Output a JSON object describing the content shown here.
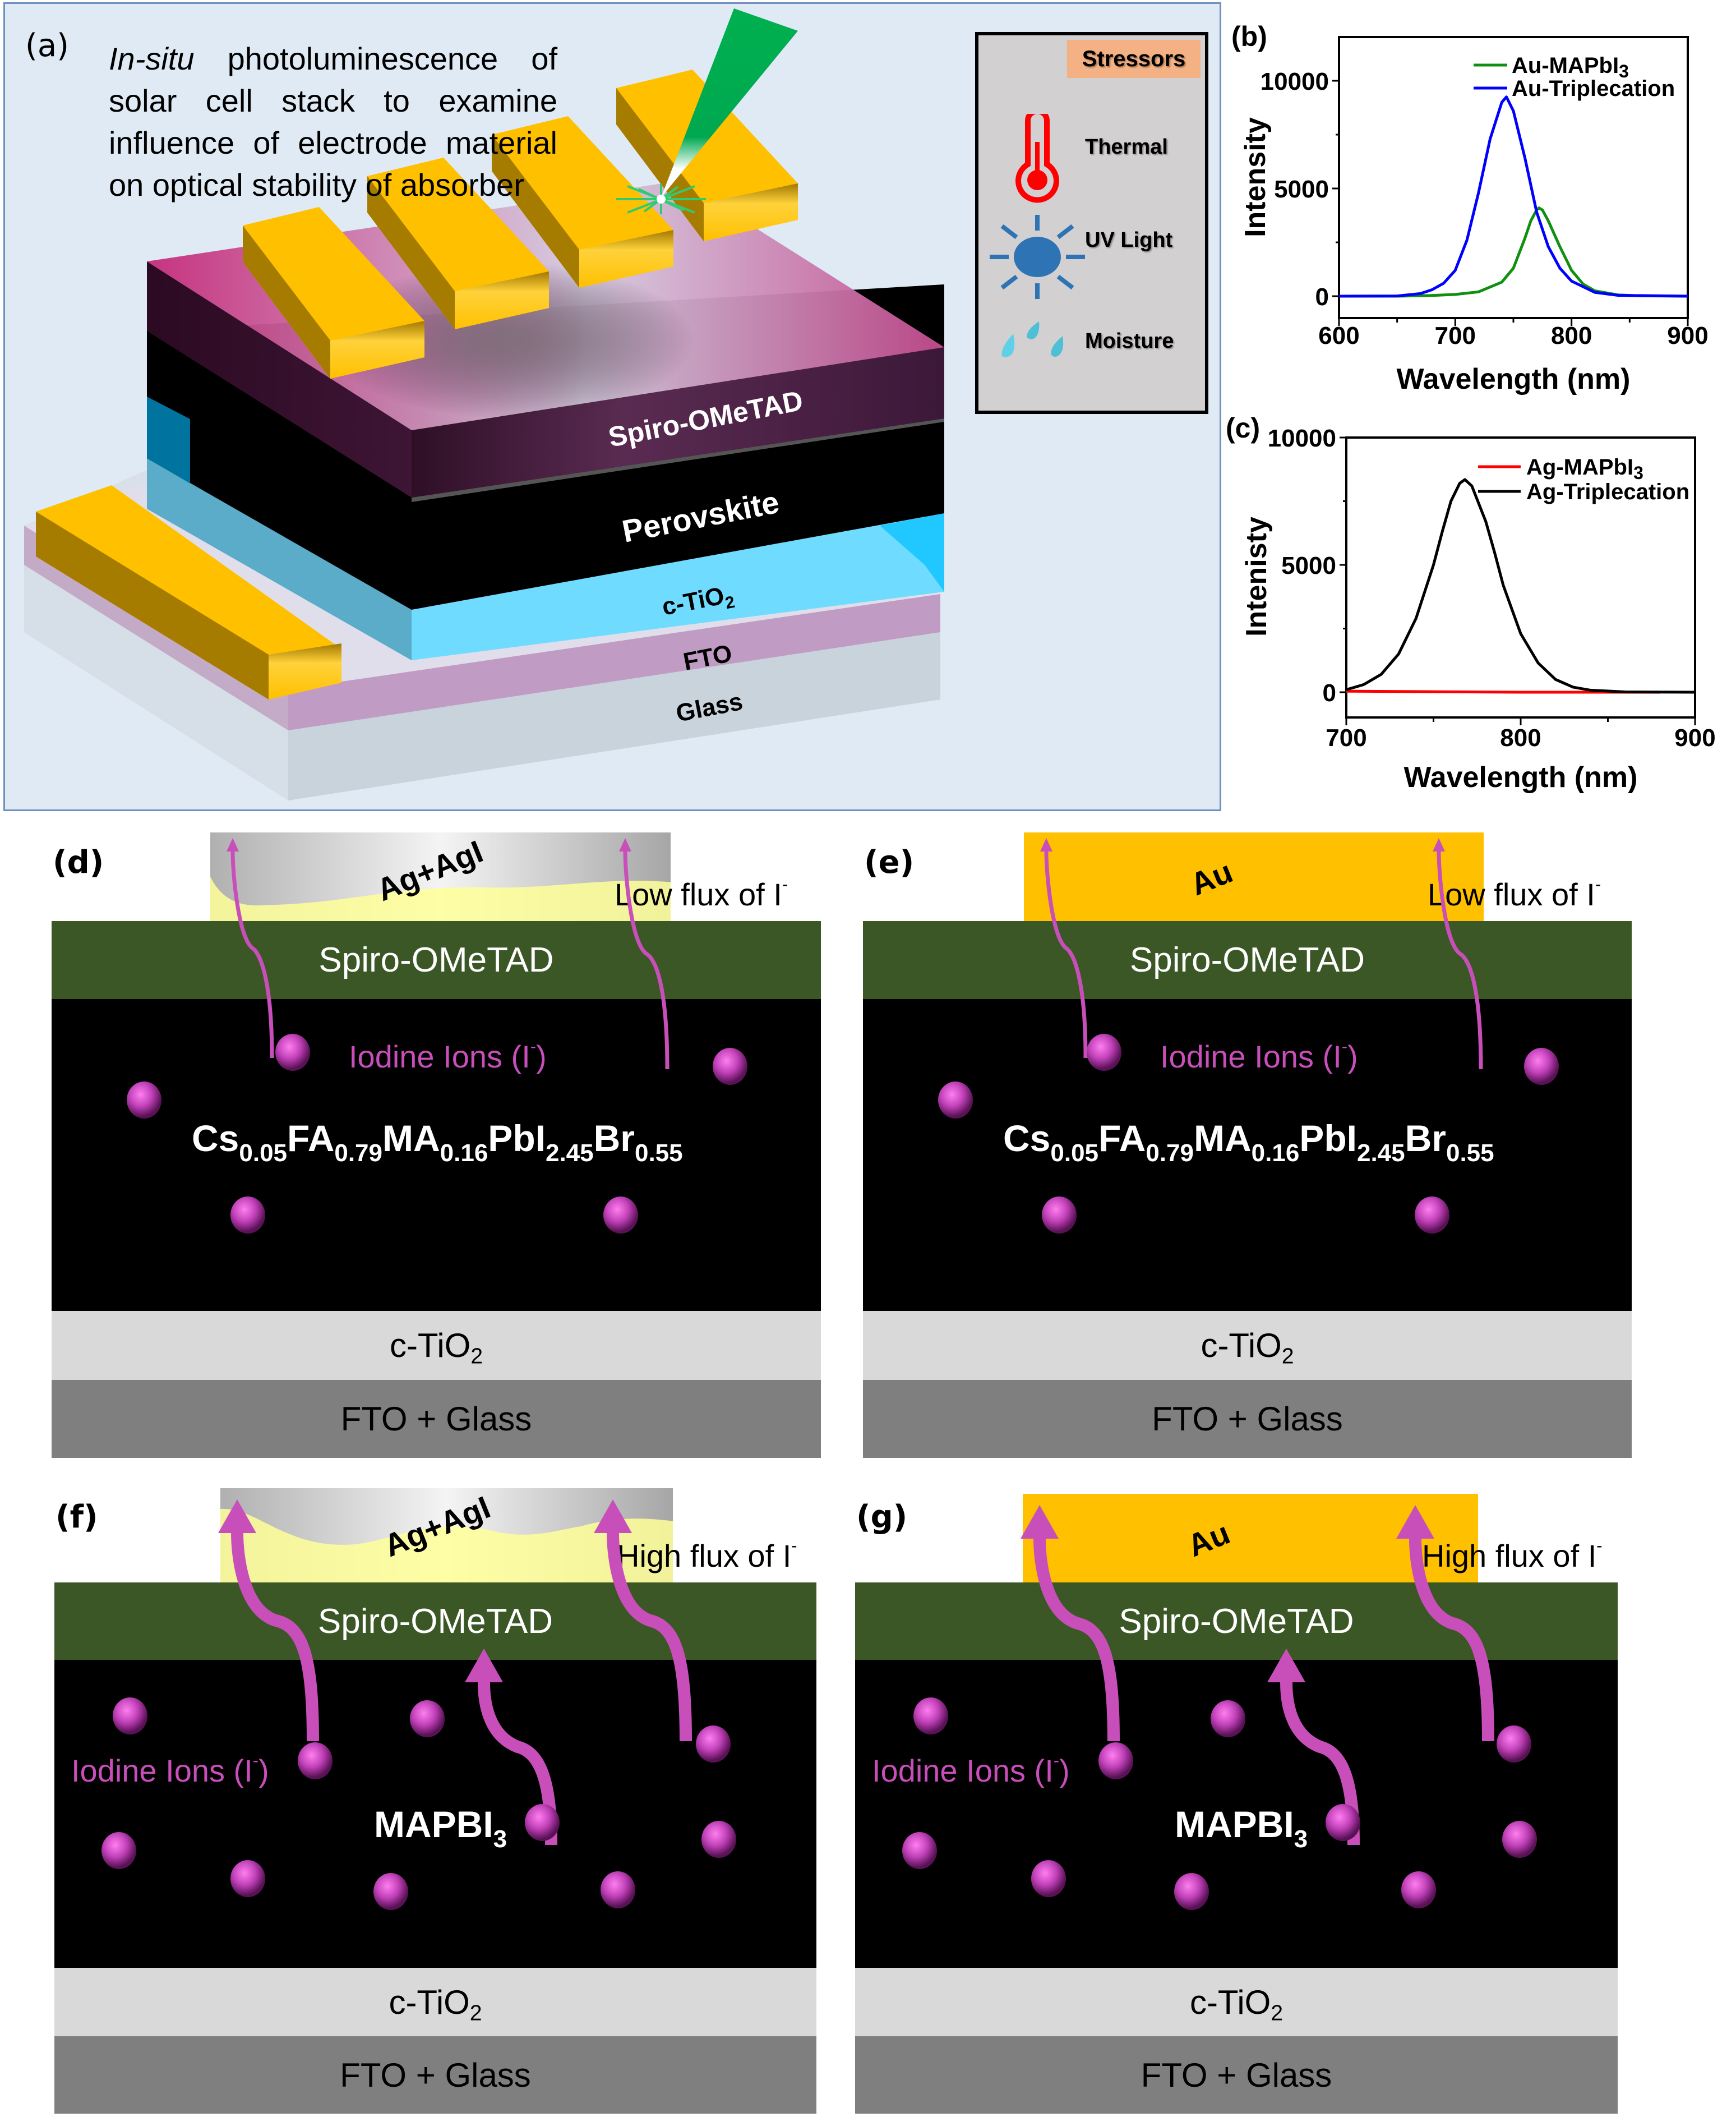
{
  "panel_a": {
    "letter": "(a)",
    "description_italic": "In-situ",
    "description_rest": " photoluminescence of solar cell stack to examine influence of electrode material on optical stability of absorber",
    "layers": {
      "spiro": "Spiro-OMeTAD",
      "perovskite": "Perovskite",
      "tio2_main": "c-TiO",
      "tio2_sub": "2",
      "fto": "FTO",
      "glass": "Glass"
    },
    "colors": {
      "background": "#dfeaf5",
      "gold": "#ffc000",
      "laser": "#00b050",
      "spiro_top": "#c0307a",
      "tio2": "#6fdcff",
      "fto": "#c09cc4",
      "glass": "#c8d3dc"
    },
    "stressors": {
      "title": "Stressors",
      "items": [
        {
          "label": "Thermal",
          "icon": "thermometer-icon"
        },
        {
          "label": "UV Light",
          "icon": "sun-icon"
        },
        {
          "label": "Moisture",
          "icon": "water-drops-icon"
        }
      ]
    }
  },
  "chart_data": [
    {
      "id": "b",
      "type": "line",
      "letter": "(b)",
      "xlabel": "Wavelength (nm)",
      "ylabel": "Intensity",
      "xlim": [
        600,
        900
      ],
      "ylim": [
        -1000,
        12500
      ],
      "xticks": [
        600,
        700,
        800,
        900
      ],
      "yticks": [
        0,
        5000,
        10000
      ],
      "legend_position": "top-right",
      "grid": false,
      "series": [
        {
          "name": "Au-MAPbI",
          "name_sub": "3",
          "color": "#109010",
          "peak_x": 772,
          "peak_y": 4100,
          "fwhm": 42,
          "x": [
            600,
            650,
            680,
            700,
            720,
            740,
            750,
            760,
            765,
            770,
            772,
            775,
            780,
            790,
            800,
            810,
            820,
            840,
            860,
            900
          ],
          "y": [
            0,
            0,
            30,
            80,
            200,
            650,
            1300,
            2700,
            3500,
            4000,
            4100,
            4000,
            3500,
            2300,
            1200,
            560,
            250,
            60,
            15,
            0
          ]
        },
        {
          "name": "Au-Triplecation",
          "color": "#0000ff",
          "peak_x": 744,
          "peak_y": 9250,
          "fwhm": 46,
          "x": [
            600,
            650,
            670,
            680,
            690,
            700,
            710,
            720,
            730,
            740,
            744,
            750,
            760,
            770,
            780,
            790,
            800,
            820,
            840,
            900
          ],
          "y": [
            0,
            10,
            120,
            300,
            600,
            1200,
            2600,
            4800,
            7300,
            9000,
            9250,
            8600,
            6400,
            3900,
            2300,
            1300,
            700,
            180,
            40,
            0
          ]
        }
      ]
    },
    {
      "id": "c",
      "type": "line",
      "letter": "(c)",
      "xlabel": "Wavelength (nm)",
      "ylabel": "Intenisty",
      "xlim": [
        700,
        900
      ],
      "ylim": [
        -1000,
        10000
      ],
      "xticks": [
        700,
        800,
        900
      ],
      "yticks": [
        0,
        5000,
        10000
      ],
      "legend_position": "top-right",
      "grid": false,
      "series": [
        {
          "name": "Ag-MAPbI",
          "name_sub": "3",
          "color": "#ff0000",
          "x": [
            700,
            750,
            800,
            850,
            880
          ],
          "y": [
            40,
            20,
            0,
            0,
            0
          ]
        },
        {
          "name": "Ag-Triplecation",
          "color": "#000000",
          "peak_x": 768,
          "peak_y": 8350,
          "x": [
            700,
            710,
            720,
            730,
            740,
            750,
            755,
            760,
            765,
            768,
            772,
            780,
            785,
            790,
            800,
            810,
            820,
            830,
            840,
            860,
            900
          ],
          "y": [
            100,
            300,
            700,
            1500,
            2900,
            5000,
            6300,
            7500,
            8200,
            8350,
            8100,
            6700,
            5500,
            4200,
            2300,
            1150,
            500,
            200,
            80,
            10,
            0
          ]
        }
      ]
    }
  ],
  "cross_sections": [
    {
      "id": "d",
      "letter": "(d)",
      "electrode": "Ag+AgI",
      "electrode_type": "ag",
      "flux_label": "Low flux of I",
      "flux_sup": "-",
      "flux_level": "low",
      "spiro": "Spiro-OMeTAD",
      "ion_label": "Iodine Ions (I",
      "ion_sup": "-",
      "ion_label_end": ")",
      "absorber_parts": [
        [
          "Cs",
          "0.05"
        ],
        [
          "FA",
          "0.79"
        ],
        [
          "MA",
          "0.16"
        ],
        [
          "PbI",
          "2.45"
        ],
        [
          "Br",
          "0.55"
        ]
      ],
      "tio2_main": "c-TiO",
      "tio2_sub": "2",
      "fto": "FTO + Glass"
    },
    {
      "id": "e",
      "letter": "(e)",
      "electrode": "Au",
      "electrode_type": "au",
      "flux_label": "Low flux of I",
      "flux_sup": "-",
      "flux_level": "low",
      "spiro": "Spiro-OMeTAD",
      "ion_label": "Iodine Ions (I",
      "ion_sup": "-",
      "ion_label_end": ")",
      "absorber_parts": [
        [
          "Cs",
          "0.05"
        ],
        [
          "FA",
          "0.79"
        ],
        [
          "MA",
          "0.16"
        ],
        [
          "PbI",
          "2.45"
        ],
        [
          "Br",
          "0.55"
        ]
      ],
      "tio2_main": "c-TiO",
      "tio2_sub": "2",
      "fto": "FTO + Glass"
    },
    {
      "id": "f",
      "letter": "(f)",
      "electrode": "Ag+AgI",
      "electrode_type": "ag",
      "flux_label": "High flux of I",
      "flux_sup": "-",
      "flux_level": "high",
      "spiro": "Spiro-OMeTAD",
      "ion_label": "Iodine Ions (I",
      "ion_sup": "-",
      "ion_label_end": ")",
      "absorber_parts": [
        [
          "MAPBI",
          "3"
        ]
      ],
      "tio2_main": "c-TiO",
      "tio2_sub": "2",
      "fto": "FTO + Glass"
    },
    {
      "id": "g",
      "letter": "(g)",
      "electrode": "Au",
      "electrode_type": "au",
      "flux_label": "High flux of I",
      "flux_sup": "-",
      "flux_level": "high",
      "spiro": "Spiro-OMeTAD",
      "ion_label": "Iodine Ions (I",
      "ion_sup": "-",
      "ion_label_end": ")",
      "absorber_parts": [
        [
          "MAPBI",
          "3"
        ]
      ],
      "tio2_main": "c-TiO",
      "tio2_sub": "2",
      "fto": "FTO + Glass"
    }
  ],
  "colors": {
    "ion": "#c84fba",
    "spiro": "#3b5725",
    "tio2": "#d9d9d9",
    "fto_glass": "#7f7f7f",
    "au": "#ffc000",
    "agi": "#ffff99"
  }
}
